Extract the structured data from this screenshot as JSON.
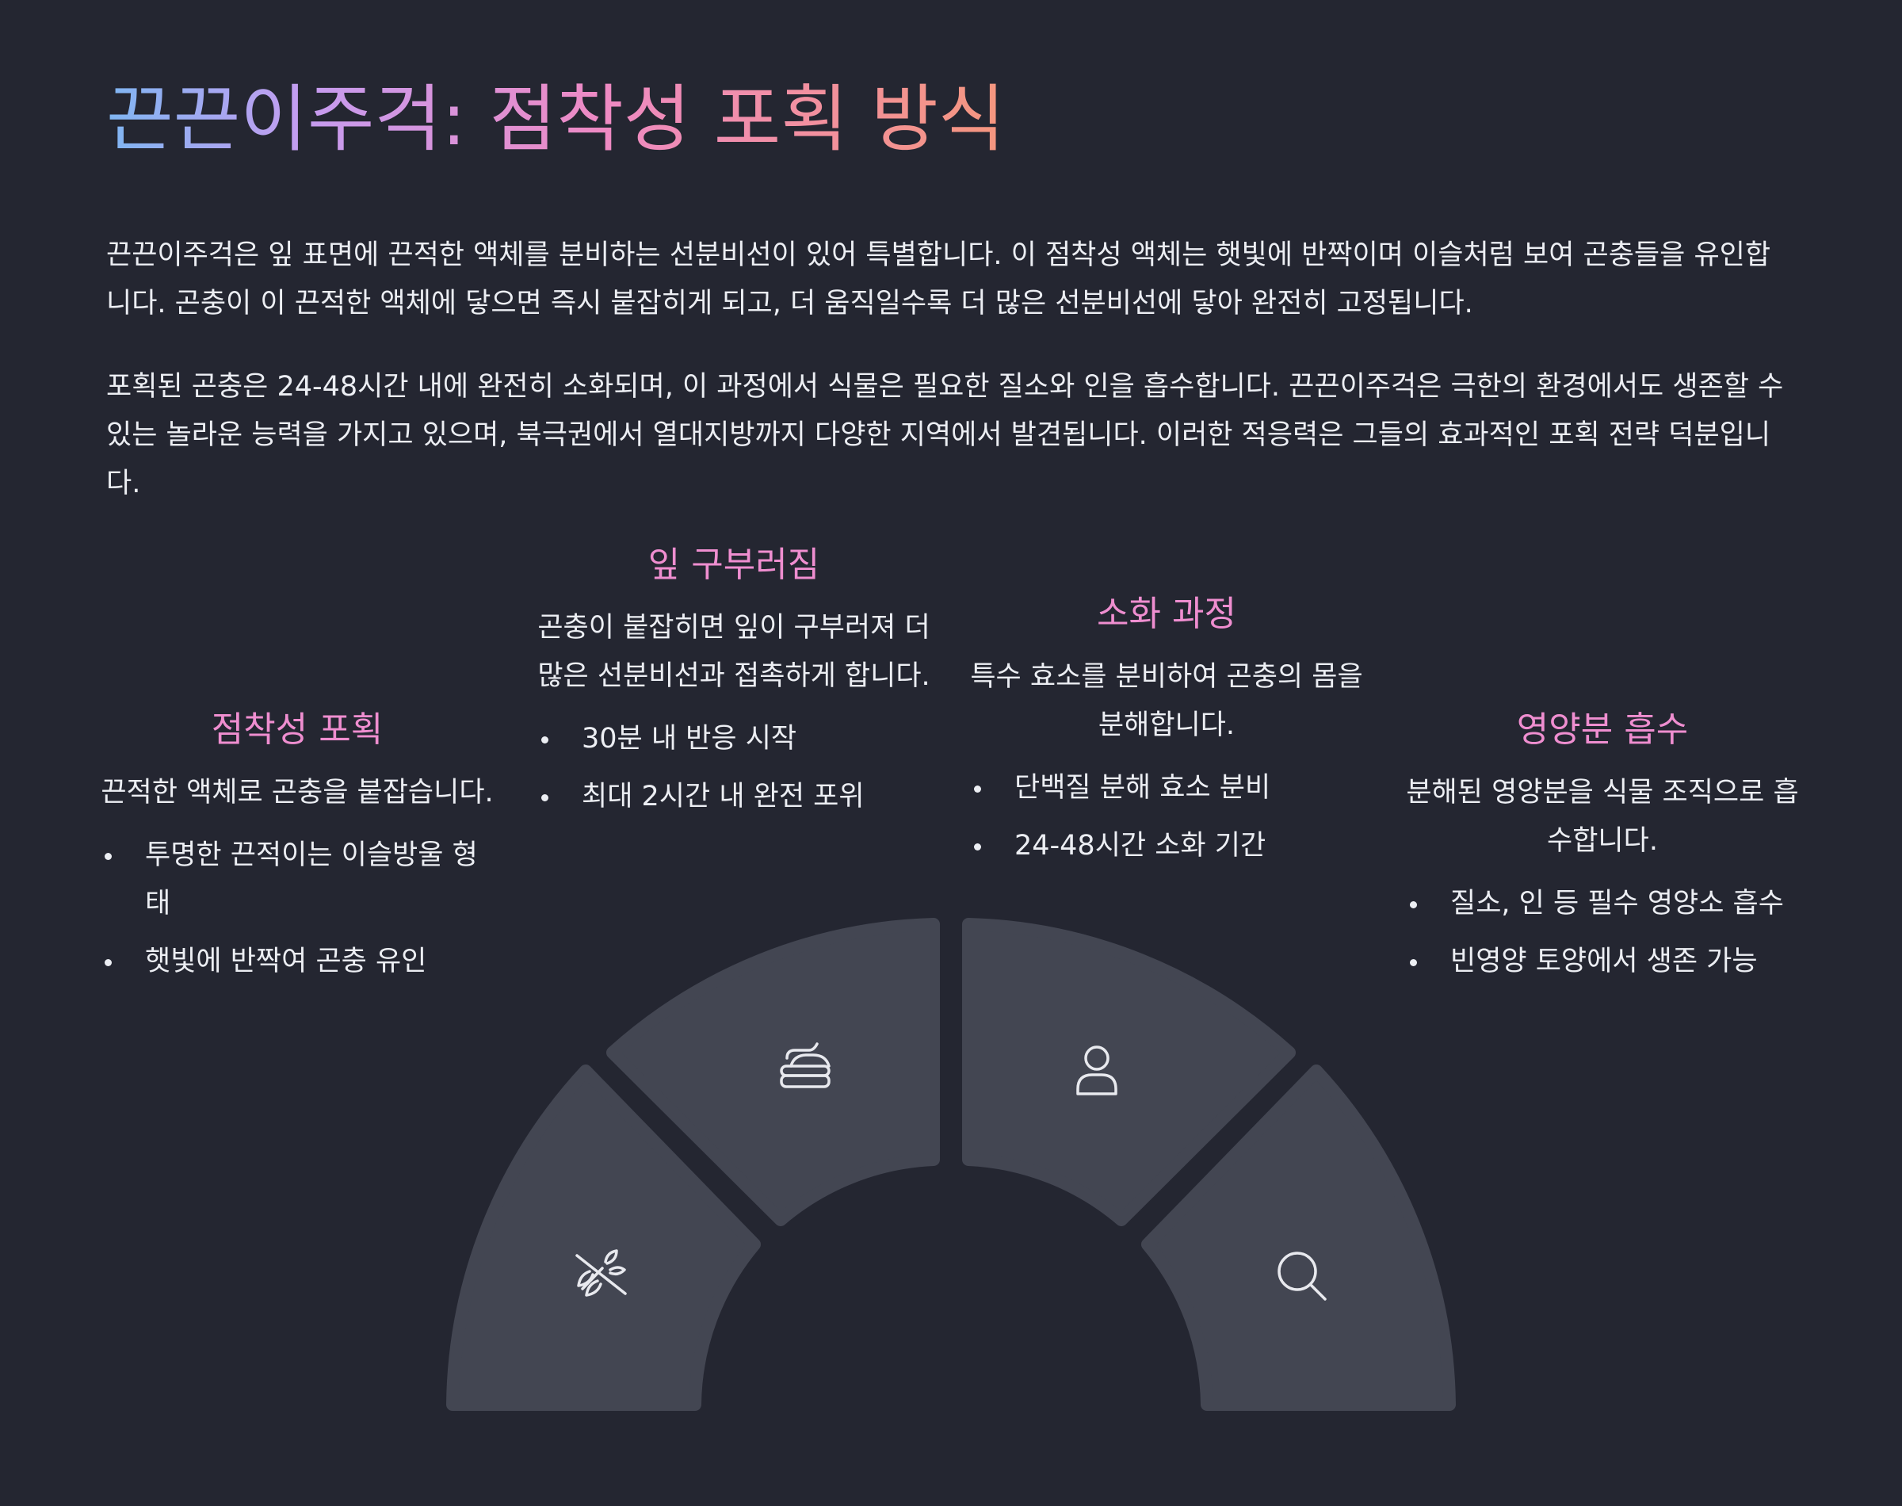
{
  "title": "끈끈이주걱: 점착성 포획 방식",
  "paragraphs": [
    "끈끈이주걱은 잎 표면에 끈적한 액체를 분비하는 선분비선이 있어 특별합니다. 이 점착성 액체는 햇빛에 반짝이며 이슬처럼 보여 곤충들을 유인합니다. 곤충이 이 끈적한 액체에 닿으면 즉시 붙잡히게 되고, 더 움직일수록 더 많은 선분비선에 닿아 완전히 고정됩니다.",
    "포획된 곤충은 24-48시간 내에 완전히 소화되며, 이 과정에서 식물은 필요한 질소와 인을 흡수합니다. 끈끈이주걱은 극한의 환경에서도 생존할 수 있는 놀라운 능력을 가지고 있으며, 북극권에서 열대지방까지 다양한 지역에서 발견됩니다. 이러한 적응력은 그들의 효과적인 포획 전략 덕분입니다."
  ],
  "steps": [
    {
      "title": "점착성 포획",
      "desc": "끈적한 액체로 곤충을 붙잡습니다.",
      "bullets": [
        "투명한 끈적이는 이슬방울 형태",
        "햇빛에 반짝여 곤충 유인"
      ],
      "icon": "wheat-off-icon"
    },
    {
      "title": "잎 구부러짐",
      "desc": "곤충이 붙잡히면 잎이 구부러져 더 많은 선분비선과 접촉하게 합니다.",
      "bullets": [
        "30분 내 반응 시작",
        "최대 2시간 내 완전 포위"
      ],
      "icon": "curling-stone-icon"
    },
    {
      "title": "소화 과정",
      "desc": "특수 효소를 분비하여 곤충의 몸을 분해합니다.",
      "bullets": [
        "단백질 분해 효소 분비",
        "24-48시간 소화 기간"
      ],
      "icon": "user-icon"
    },
    {
      "title": "영양분 흡수",
      "desc": "분해된 영양분을 식물 조직으로 흡수합니다.",
      "bullets": [
        "질소, 인 등 필수 영양소 흡수",
        "빈영양 토양에서 생존 가능"
      ],
      "icon": "search-icon"
    }
  ],
  "colors": {
    "background": "#242631",
    "segment": "#434652",
    "heading": "#ef8ed0",
    "text": "#eceef3",
    "icon": "#e8e9ee"
  }
}
